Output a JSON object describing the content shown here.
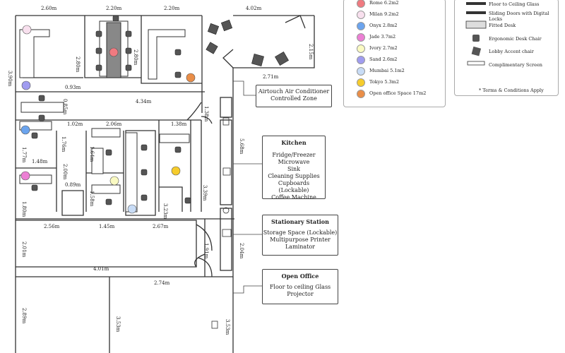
{
  "dimensions": {
    "top": [
      "2.60m",
      "2.20m",
      "2.20m",
      "4.02m"
    ],
    "left_side": "3.90m",
    "rooms": [
      "2.80m",
      "2.80m",
      "2.15m",
      "0.93m",
      "0.85m",
      "4.34m",
      "2.71m",
      "1.38m",
      "1.02m",
      "2.06m",
      "1.38m",
      "1.76m",
      "1.64m",
      "1.77m",
      "1.48m",
      "2.00m",
      "0.89m",
      "1.58m",
      "1.80m",
      "3.23m",
      "3.39m",
      "5.68m",
      "2.56m",
      "1.45m",
      "2.67m",
      "2.01m",
      "1.91m",
      "2.04m",
      "4.01m",
      "2.74m",
      "2.89m",
      "3.53m",
      "3.53m"
    ]
  },
  "callouts": {
    "aircon": [
      "Airtouch Air Conditioner",
      "Controlled Zone"
    ],
    "kitchen": {
      "title": "Kitchen",
      "lines": [
        "Fridge/Freezer",
        "Microwave",
        "Sink",
        "Cleaning Supplies",
        "Cupboards (Lockable)",
        "Coffee Machine"
      ]
    },
    "stationary": {
      "title": "Stationary Station",
      "lines": [
        "Storage Space (Lockable)",
        "Multipurpose Printer",
        "Laminator"
      ]
    },
    "open_office": {
      "title": "Open Office",
      "lines": [
        "Floor to ceiling Glass",
        "Projector"
      ]
    }
  },
  "room_legend": [
    {
      "label": "Rome 6.2m2",
      "color": "#f07a80"
    },
    {
      "label": "Milan 9.2m2",
      "color": "#f8e0ee"
    },
    {
      "label": "Onyx 2.8m2",
      "color": "#6ba4ee"
    },
    {
      "label": "Jade 3.7m2",
      "color": "#ec7fd4"
    },
    {
      "label": "Ivory 2.7m2",
      "color": "#fafac2"
    },
    {
      "label": "Sand 2.6m2",
      "color": "#a09cf0"
    },
    {
      "label": "Mumbai 5.1m2",
      "color": "#c8dcf6"
    },
    {
      "label": "Tokyo 5.3m2",
      "color": "#f6cc2c"
    },
    {
      "label": "Open office Space 17m2",
      "color": "#ea8e48"
    }
  ],
  "symbol_legend": {
    "items": [
      "Floor to Ceiling Glass",
      "Sliding Doors with Digital Locks",
      "Fitted Desk",
      "Ergonomic Desk Chair",
      "Lobby Accent chair",
      "Complimentary Screen"
    ],
    "note": "* Terms & Conditions Apply"
  },
  "room_markers": [
    {
      "room": "Milan",
      "color": "#f8e0ee"
    },
    {
      "room": "Rome",
      "color": "#f07a80"
    },
    {
      "room": "Sand",
      "color": "#a09cf0"
    },
    {
      "room": "Open office Space",
      "color": "#ea8e48"
    },
    {
      "room": "Onyx",
      "color": "#6ba4ee"
    },
    {
      "room": "Tokyo",
      "color": "#f6cc2c"
    },
    {
      "room": "Jade",
      "color": "#ec7fd4"
    },
    {
      "room": "Ivory",
      "color": "#fafac2"
    },
    {
      "room": "Mumbai",
      "color": "#c8dcf6"
    }
  ]
}
